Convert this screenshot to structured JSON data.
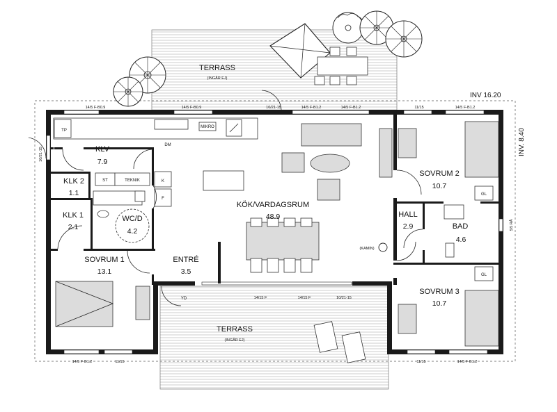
{
  "rooms": {
    "klv": {
      "name": "KLV",
      "area": "7.9"
    },
    "klk2": {
      "name": "KLK 2",
      "area": "1.1"
    },
    "klk1": {
      "name": "KLK 1",
      "area": "2.1"
    },
    "wcd": {
      "name": "WC/D",
      "area": "4.2"
    },
    "sovrum1": {
      "name": "SOVRUM 1",
      "area": "13.1"
    },
    "entre": {
      "name": "ENTRÉ",
      "area": "3.5"
    },
    "kok": {
      "name": "KÖK/VARDAGSRUM",
      "area": "48.9"
    },
    "hall": {
      "name": "HALL",
      "area": "2.9"
    },
    "bad": {
      "name": "BAD",
      "area": "4.6"
    },
    "sovrum2": {
      "name": "SOVRUM 2",
      "area": "10.7"
    },
    "sovrum3": {
      "name": "SOVRUM 3",
      "area": "10.7"
    }
  },
  "terrace_top": {
    "name": "TERRASS",
    "note": "(INGÅR EJ)"
  },
  "terrace_bottom": {
    "name": "TERRASS",
    "note": "(INGÅR EJ)"
  },
  "fixtures": {
    "tp": "TP",
    "mikro": "MIKRO",
    "dm": "DM",
    "st": "ST",
    "teknik": "TEKNIK",
    "k": "K",
    "f": "F",
    "gl_top": "GL",
    "gl_bottom": "GL",
    "yd": "YD",
    "kamin": "(KAMIN)"
  },
  "dimensions": {
    "inv_width": "INV 16.20",
    "inv_depth": "INV. 8.40"
  },
  "windows": {
    "top_1": "14/5 F-B0.9",
    "top_2": "14/5 F-B0.9",
    "top_3": "10/21-15",
    "top_4": "14/5 F-B1.2",
    "top_5": "14/5 F-B1.2",
    "top_6": "11/15",
    "top_7": "14/5 F-B1.2",
    "left_1": "10/21-15",
    "bottom_1": "14/5 F-B1.2",
    "bottom_2": "11/15",
    "bottom_3": "11/15",
    "bottom_4": "14/5 F-B1.2",
    "terr_1": "14/15 F",
    "terr_2": "14/15 F",
    "terr_3": "10/21-15",
    "right_1": "5/5 RÅ"
  }
}
